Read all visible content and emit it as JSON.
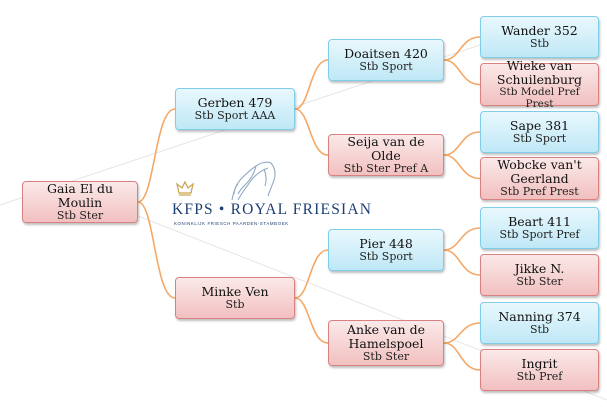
{
  "colors": {
    "connector": "#f5a866",
    "male": "#bfe8f6",
    "female": "#f2c0c0",
    "brand": "#1d3f74"
  },
  "logo": {
    "brand": "KFPS • ROYAL FRIESIAN",
    "subtitle": "KONINKLIJK FRIESCH PAARDEN-STAMBOEK",
    "icon": "horse-head-icon"
  },
  "pedigree": {
    "root": {
      "name": "Gaia El du Moulin",
      "title": "Stb Ster"
    },
    "sire": {
      "name": "Gerben 479",
      "title": "Stb Sport AAA"
    },
    "dam": {
      "name": "Minke Ven",
      "title": "Stb"
    },
    "ss": {
      "name": "Doaitsen 420",
      "title": "Stb Sport"
    },
    "sd": {
      "name": "Seija van de Olde",
      "title": "Stb Ster Pref A"
    },
    "ds": {
      "name": "Pier 448",
      "title": "Stb Sport"
    },
    "dd": {
      "name": "Anke van de Hamelspoel",
      "title": "Stb Ster"
    },
    "sss": {
      "name": "Wander 352",
      "title": "Stb"
    },
    "ssd": {
      "name": "Wieke van Schuilenburg",
      "title": "Stb Model Pref Prest"
    },
    "sds": {
      "name": "Sape 381",
      "title": "Stb Sport"
    },
    "sdd": {
      "name": "Wobcke van't Geerland",
      "title": "Stb Pref Prest"
    },
    "dss": {
      "name": "Beart 411",
      "title": "Stb Sport Pref"
    },
    "dsd": {
      "name": "Jikke N.",
      "title": "Stb Ster"
    },
    "dds": {
      "name": "Nanning 374",
      "title": "Stb"
    },
    "ddd": {
      "name": "Ingrit",
      "title": "Stb Pref"
    }
  }
}
